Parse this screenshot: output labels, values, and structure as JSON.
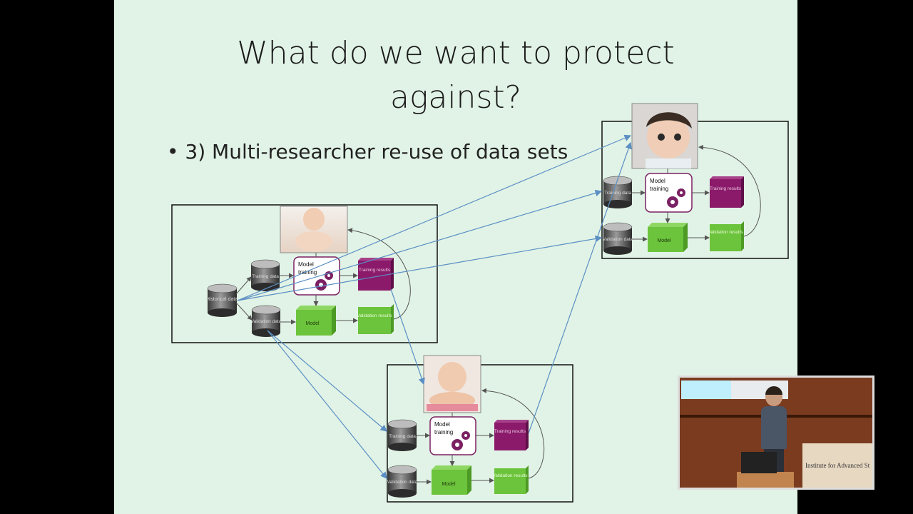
{
  "slide": {
    "title_line1": "What do we want to protect",
    "title_line2": "against?",
    "bullet": "• 3) Multi-researcher re-use of data sets"
  },
  "pipeline": {
    "historical_data": "Historical data",
    "training_data": "Training data",
    "validation_data": "Validation data",
    "model_training_line1": "Model",
    "model_training_line2": "training",
    "training_results": "Training results",
    "model": "Model",
    "validation_results": "Validation results"
  },
  "video_overlay": {
    "sign_text": "Institute for Advanced St"
  },
  "colors": {
    "slide_bg": "#e1f3e6",
    "results_purple": "#8b1a6b",
    "model_green": "#6cc33c",
    "arrow_blue": "#5b8fc4",
    "gear_purple": "#7b2163"
  }
}
